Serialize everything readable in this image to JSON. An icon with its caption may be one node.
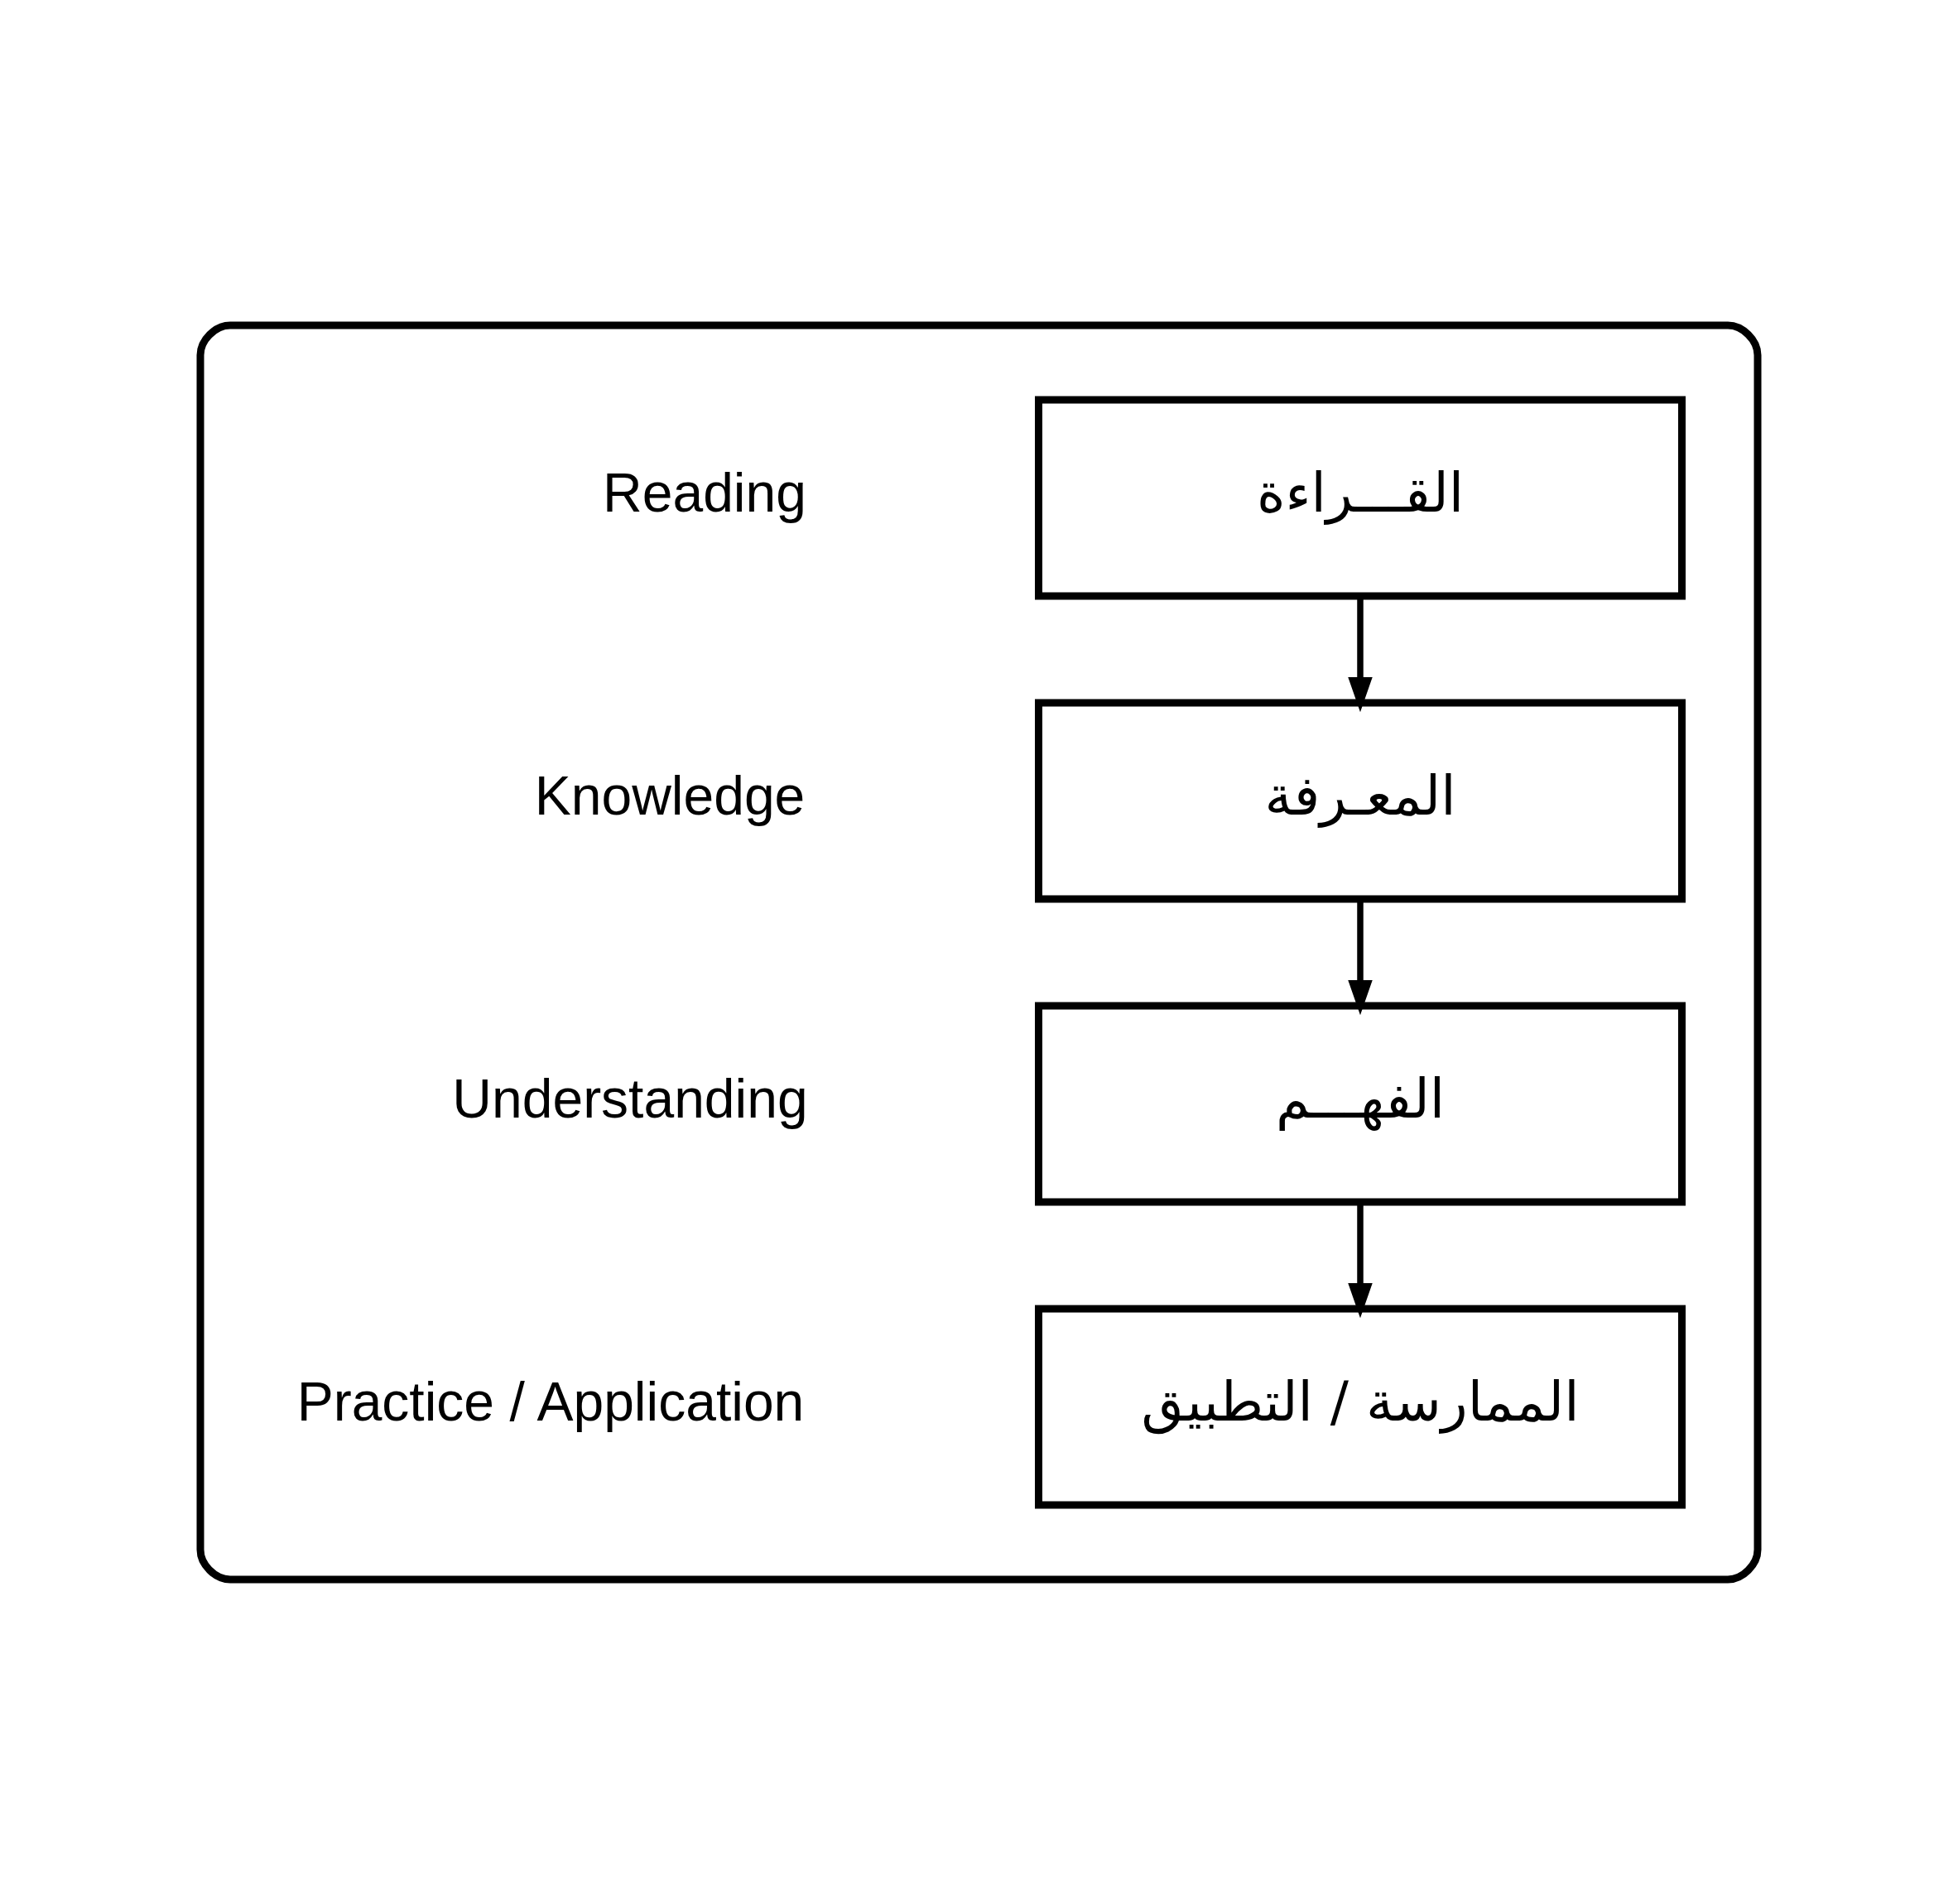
{
  "diagram": {
    "nodes": [
      {
        "text": [],
        "shape": "box"
      },
      {
        "text": [
          "القـــراءة"
        ],
        "in": 0
      },
      {
        "text": [
          "المعـرفة"
        ],
        "in": 0
      },
      {
        "text": [
          "الفهـــم"
        ],
        "in": 0
      },
      {
        "text": [
          "الممارسة / التطبيق"
        ],
        "in": 0
      }
    ],
    "edges": [
      {
        "from": 1,
        "to": 2,
        "arrow": "to"
      },
      {
        "from": 2,
        "to": 3,
        "arrow": "to"
      },
      {
        "from": 3,
        "to": 4,
        "arrow": "to"
      }
    ],
    "labels": [
      "Reading",
      "Knowledge",
      "Understanding",
      "Practice / Application"
    ]
  }
}
